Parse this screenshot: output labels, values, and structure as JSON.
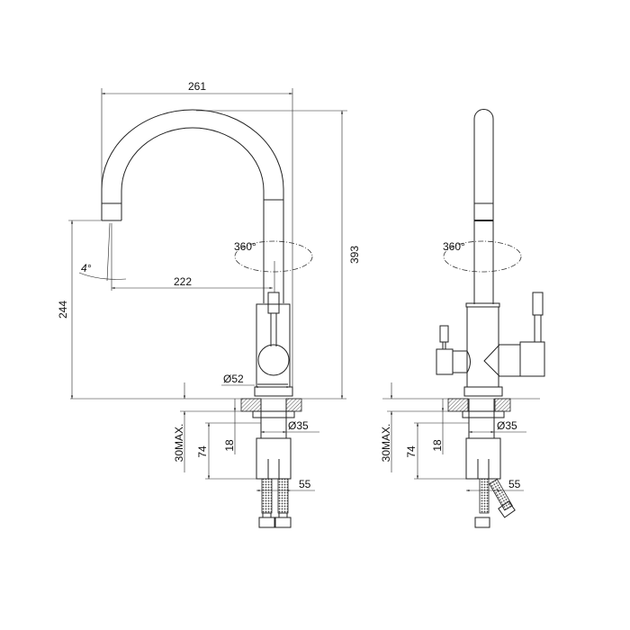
{
  "side_view": {
    "width_total": "261",
    "height_total": "393",
    "spout_height": "244",
    "spout_reach": "222",
    "tilt_angle": "4°",
    "rotation": "360°",
    "base_diameter": "Ø52",
    "shank_diameter": "Ø35",
    "max_counter_thickness": "30MAX.",
    "shank_length": "74",
    "nut_offset": "18",
    "hose_spacing": "55"
  },
  "front_view": {
    "rotation": "360°",
    "shank_diameter": "Ø35",
    "max_counter_thickness": "30MAX.",
    "shank_length": "74",
    "nut_offset": "18",
    "hose_spacing": "55"
  }
}
